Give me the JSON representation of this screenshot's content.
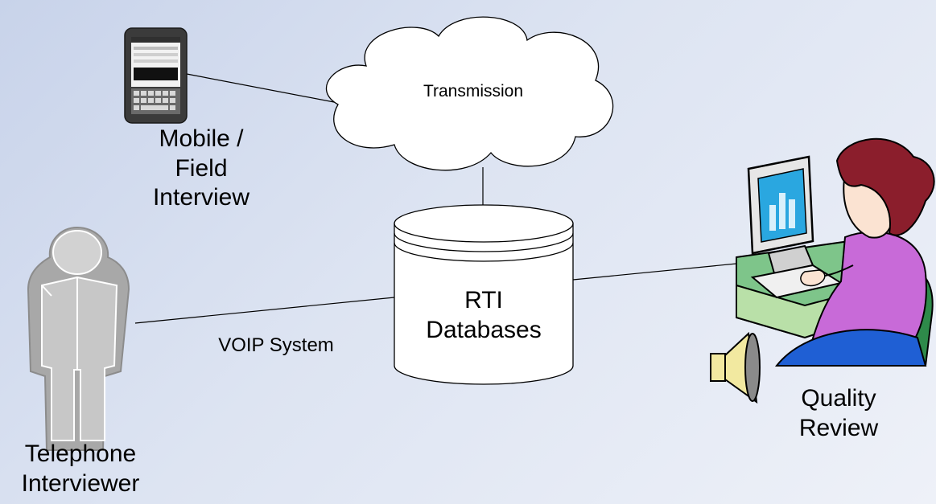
{
  "nodes": {
    "cloud": {
      "label": "Transmission"
    },
    "mobile": {
      "label_line1": "Mobile /",
      "label_line2": "Field",
      "label_line3": "Interview",
      "icon": "tablet-icon"
    },
    "database": {
      "label_line1": "RTI",
      "label_line2": "Databases",
      "icon": "database-cylinder-icon"
    },
    "telephone": {
      "label_line1": "Telephone",
      "label_line2": "Interviewer",
      "icon": "person-icon"
    },
    "quality": {
      "label_line1": "Quality",
      "label_line2": "Review",
      "icon": "computer-user-icon",
      "secondary_icon": "speaker-icon"
    }
  },
  "edges": {
    "telephone_to_database": {
      "label": "VOIP System"
    }
  },
  "colors": {
    "background": "#dfe6f3",
    "line": "#000000",
    "person_fill": "#c7c7c7",
    "screen": "#2aa7e0",
    "shirt": "#c86ad8",
    "hair": "#8b1e2c"
  }
}
